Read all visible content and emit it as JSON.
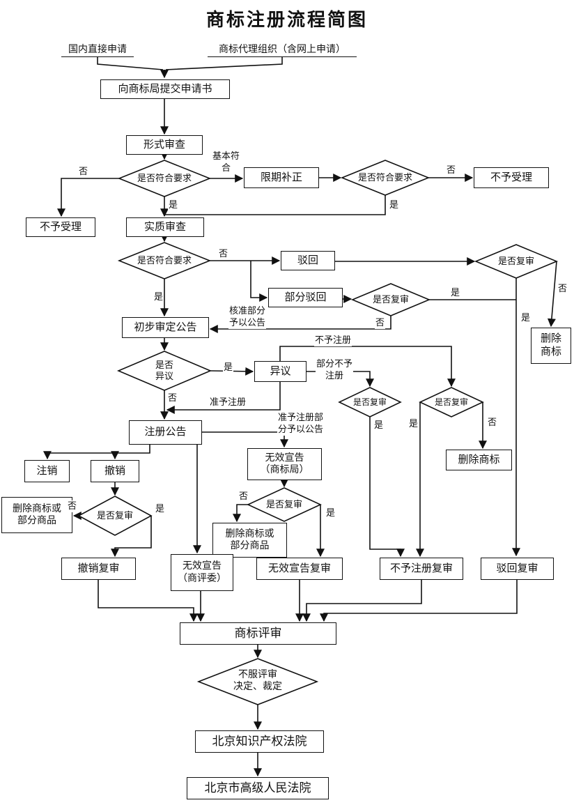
{
  "title": "商标注册流程简图",
  "labels": {
    "yes": "是",
    "no": "否"
  },
  "sources": {
    "domestic": "国内直接申请",
    "agency": "商标代理组织（含网上申请）"
  },
  "edge_labels": {
    "basic_conform": "基本符\n合",
    "approved_announce": "核准部分\n予以公告",
    "not_register": "不予注册",
    "partial_not_register": "部分不予\n注册",
    "approve_register": "准予注册",
    "approve_partial": "准予注册部\n分予以公告"
  },
  "nodes": {
    "submit": "向商标局提交申请书",
    "formal_exam": "形式审查",
    "meet_req": "是否符合要求",
    "not_accept": "不予受理",
    "correction": "限期补正",
    "substantive_exam": "实质审查",
    "reject": "驳回",
    "partial_reject": "部分驳回",
    "is_review": "是否复审",
    "delete_tm": "删除商标",
    "delete_tm_2l": "删除\n商标",
    "prelim_announce": "初步审定公告",
    "is_opposition": "是否\n异议",
    "opposition": "异议",
    "register_announce": "注册公告",
    "cancel": "注销",
    "revoke": "撤销",
    "delete_tm_goods": "删除商标或\n部分商品",
    "invalid_tmo": "无效宣告\n（商标局）",
    "revoke_review": "撤销复审",
    "invalid_trab": "无效宣告\n（商评委）",
    "invalid_review": "无效宣告复审",
    "not_register_review": "不予注册复审",
    "reject_review": "驳回复审",
    "tm_review": "商标评审",
    "appeal": "不服评审\n决定、裁定",
    "ip_court": "北京知识产权法院",
    "high_court": "北京市高级人民法院"
  }
}
